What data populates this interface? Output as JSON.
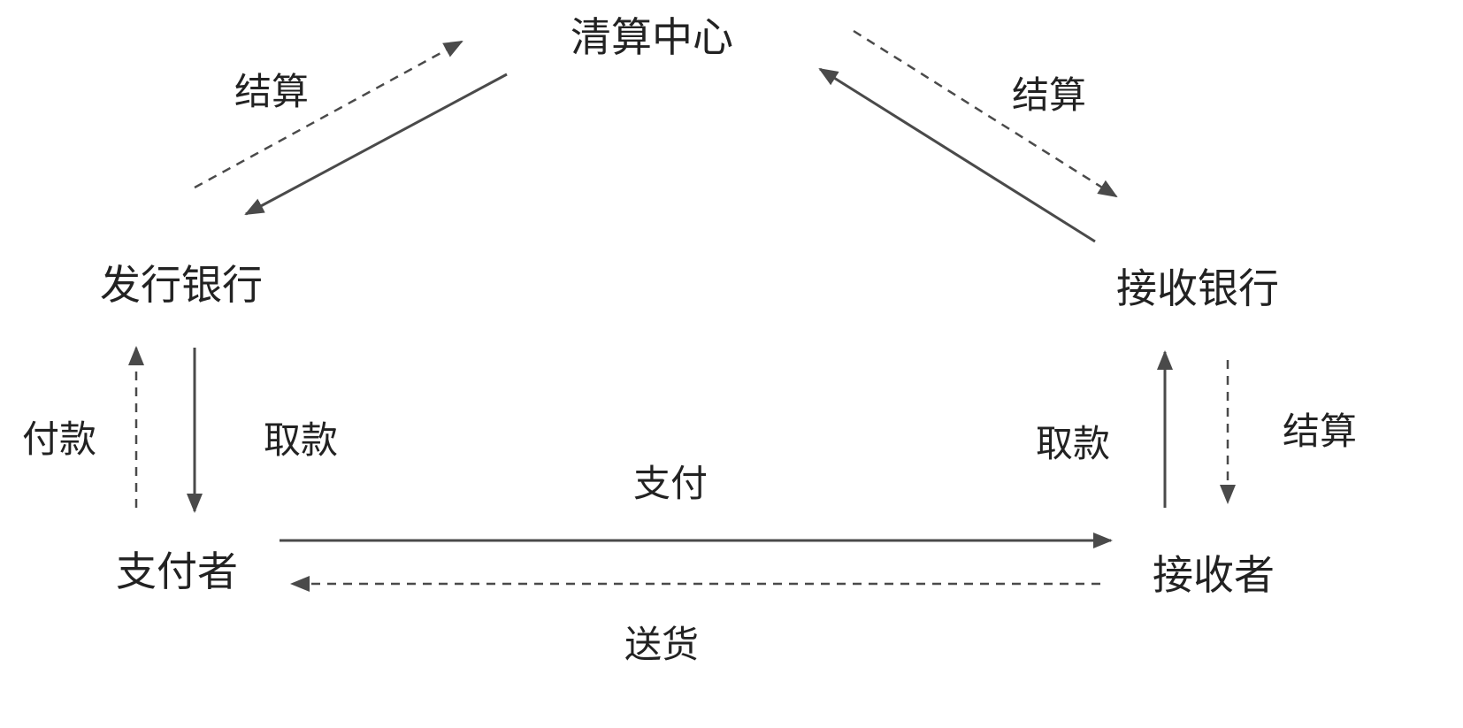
{
  "nodes": {
    "clearing_center": "清算中心",
    "issuing_bank": "发行银行",
    "receiving_bank": "接收银行",
    "payer": "支付者",
    "receiver": "接收者"
  },
  "edge_labels": {
    "settle_top_left": "结算",
    "settle_top_right": "结算",
    "settle_right": "结算",
    "pay_money": "付款",
    "withdraw_left": "取款",
    "withdraw_right": "取款",
    "payment": "支付",
    "delivery": "送货"
  },
  "colors": {
    "line": "#4a4a4a",
    "text": "#222222",
    "background": "#ffffff"
  }
}
